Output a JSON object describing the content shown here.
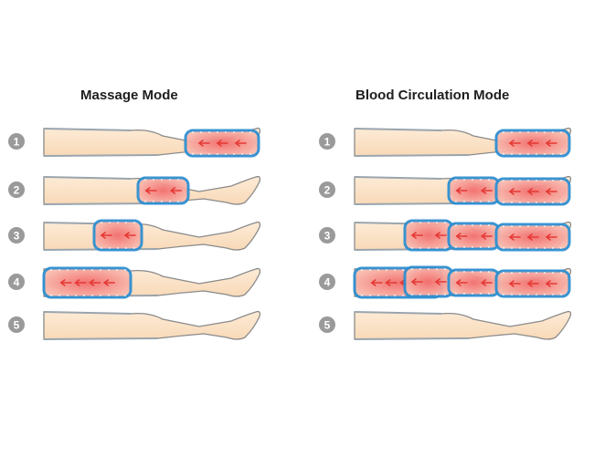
{
  "panels": [
    {
      "title": "Massage Mode",
      "steps": [
        {
          "number": "1",
          "active_chamber": "foot"
        },
        {
          "number": "2",
          "active_chamber": "calf"
        },
        {
          "number": "3",
          "active_chamber": "knee"
        },
        {
          "number": "4",
          "active_chamber": "thigh"
        },
        {
          "number": "5",
          "active_chamber": "none"
        }
      ]
    },
    {
      "title": "Blood Circulation Mode",
      "steps": [
        {
          "number": "1",
          "active_chamber": "foot"
        },
        {
          "number": "2",
          "active_chamber": "foot + calf"
        },
        {
          "number": "3",
          "active_chamber": "foot + calf + knee"
        },
        {
          "number": "4",
          "active_chamber": "foot + calf + knee + thigh"
        },
        {
          "number": "5",
          "active_chamber": "none"
        }
      ]
    }
  ],
  "colors": {
    "skin": "#fbe3c8",
    "cuff_border": "#2f8fd0",
    "cuff_fill": "#d4ecfb",
    "pressure": "#f26d6d",
    "arrow": "#e53935",
    "step_badge": "#9a9a9a"
  }
}
